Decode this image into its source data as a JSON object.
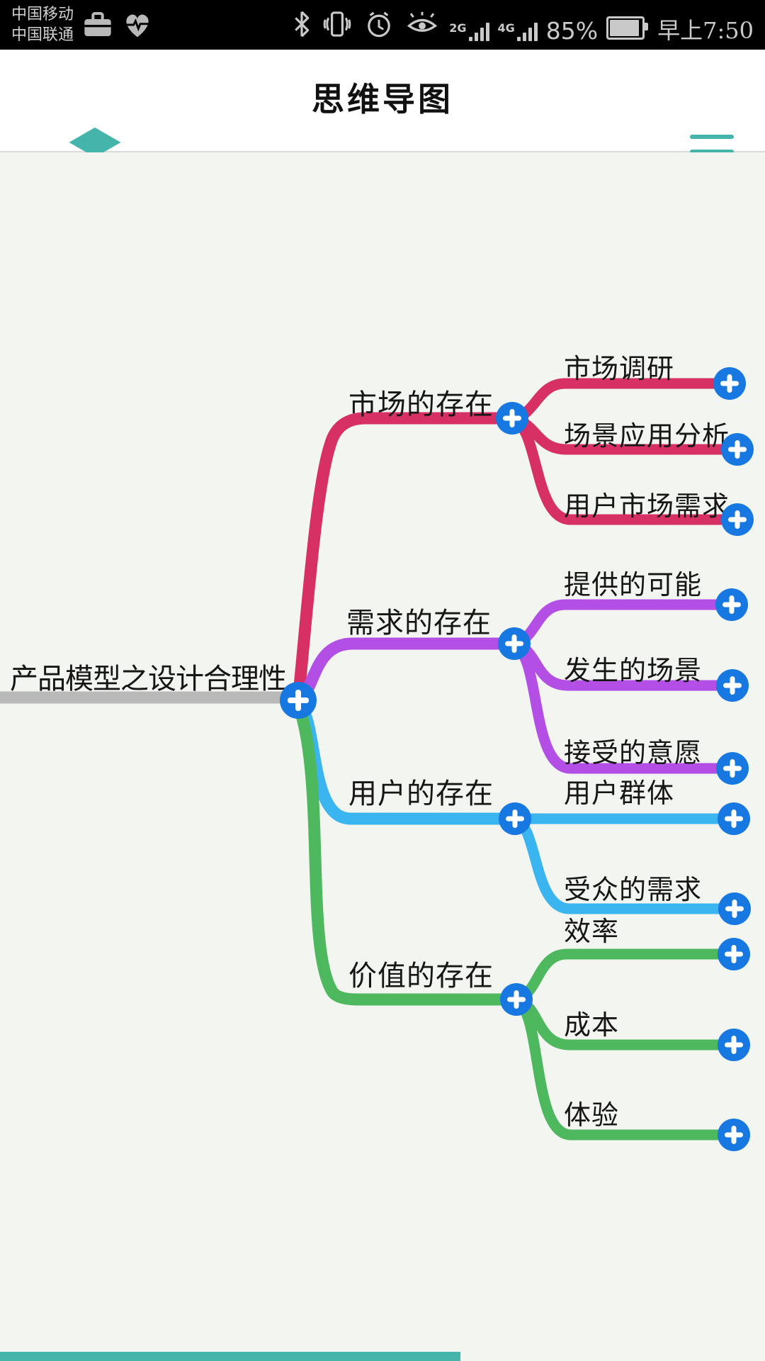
{
  "status_bar": {
    "carrier_line1": "中国移动",
    "carrier_line2": "中国联通",
    "network_2g": "2G",
    "network_4g": "4G",
    "battery_percent": "85%",
    "time": "早上7:50",
    "fg_color": "#c9c9c9",
    "bg_color": "#000000",
    "icons": [
      "briefcase-icon",
      "health-heart-icon",
      "bluetooth-icon",
      "vibrate-icon",
      "alarm-clock-icon",
      "eye-comfort-icon",
      "signal-2g-icon",
      "signal-4g-icon",
      "battery-icon"
    ]
  },
  "header": {
    "title": "思维导图",
    "accent_color": "#45b5ab",
    "bg_color": "#ffffff"
  },
  "mindmap": {
    "bg_color": "#f3f5f1",
    "root_line_color": "#b9b9b9",
    "node_button_color": "#1678e0",
    "root": {
      "label": "产品模型之设计合理性"
    },
    "branches": [
      {
        "label": "市场的存在",
        "color": "#d63064",
        "children": [
          {
            "label": "市场调研"
          },
          {
            "label": "场景应用分析"
          },
          {
            "label": "用户市场需求"
          }
        ]
      },
      {
        "label": "需求的存在",
        "color": "#b44fe6",
        "children": [
          {
            "label": "提供的可能"
          },
          {
            "label": "发生的场景"
          },
          {
            "label": "接受的意愿"
          }
        ]
      },
      {
        "label": "用户的存在",
        "color": "#3ab5f0",
        "children": [
          {
            "label": "用户群体"
          },
          {
            "label": "受众的需求"
          }
        ]
      },
      {
        "label": "价值的存在",
        "color": "#4eb85e",
        "children": [
          {
            "label": "效率"
          },
          {
            "label": "成本"
          },
          {
            "label": "体验"
          }
        ]
      }
    ]
  },
  "footer": {
    "bar_color": "#45b5ab"
  }
}
